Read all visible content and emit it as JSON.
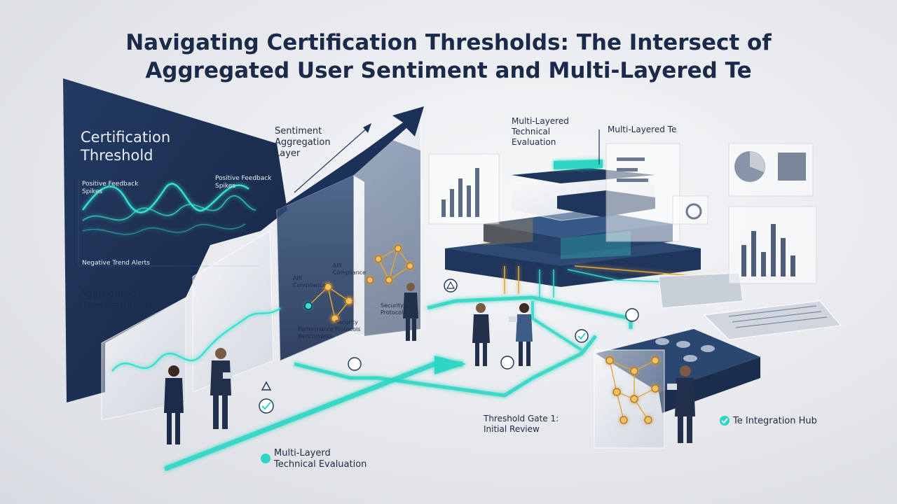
{
  "title": {
    "line1": "Navigating Certification Thresholds: The Intersect of",
    "line2": "Aggregated User Sentiment and Multi-Layered Te"
  },
  "left_panel": {
    "heading_line1": "Certification",
    "heading_line2": "Threshold",
    "spike_label_left_1": "Positive Feedback",
    "spike_label_left_2": "Spikes",
    "spike_label_right_1": "Positive Feedback",
    "spike_label_right_2": "Spikes",
    "negative_label": "Negative Trend Alerts"
  },
  "aggregated": {
    "line1": "Aggregated",
    "line2": "User Sentiment"
  },
  "sentiment_layer": {
    "line1": "Sentiment",
    "line2": "Aggregation",
    "line3": "Layer"
  },
  "panels": {
    "api_1": "API",
    "api_2": "Compliance",
    "api_r_1": "API",
    "api_r_2": "Compliance",
    "perf_1": "Performance",
    "perf_2": "Benchmarks",
    "sec_1": "Security",
    "sec_2": "Protocols",
    "sec_r_1": "Security",
    "sec_r_2": "Protocols"
  },
  "tech_eval": {
    "line1": "Multi-Layered",
    "line2": "Technical",
    "line3": "Evaluation"
  },
  "tech_callout": "Multi-Layered Te",
  "gate": {
    "line1": "Threshold Gate 1:",
    "line2": "Initial Review"
  },
  "bottom_eval": {
    "line1": "Multi-Layerd",
    "line2": "Technical Evaluation"
  },
  "hub": "Te Integration Hub",
  "colors": {
    "navy": "#1b2f52",
    "teal": "#2fd6c4",
    "gold": "#e2a63b",
    "text": "#1b2a4a"
  }
}
